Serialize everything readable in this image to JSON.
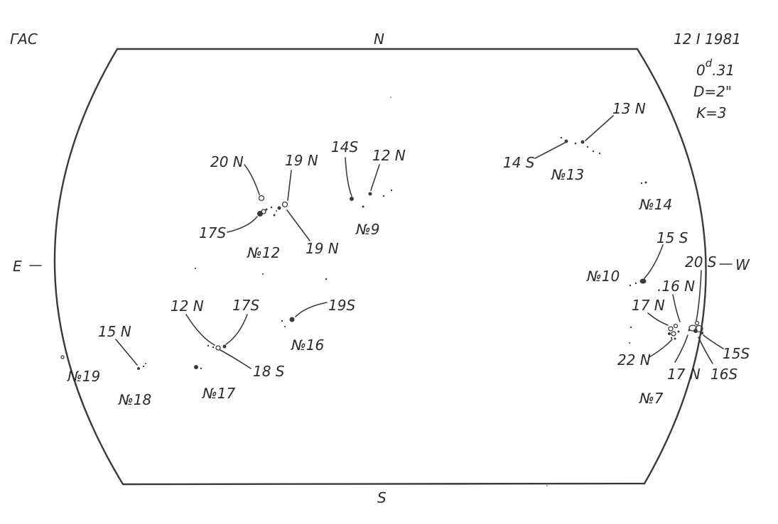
{
  "observatory": "ГАС",
  "date": "12 I 1981",
  "time": "0d.31",
  "time_main": "0",
  "time_sup": "d",
  "time_rest": ".31",
  "diameter": "D=2\"",
  "quality": "K=3",
  "directions": {
    "north": "N",
    "south": "S",
    "east": "E",
    "west": "W"
  },
  "groups": {
    "g7": "№7",
    "g9": "№9",
    "g10": "№10",
    "g12": "№12",
    "g13": "№13",
    "g14": "№14",
    "g16": "№16",
    "g17": "№17",
    "g18": "№18",
    "g19": "№19"
  },
  "polarity_labels": {
    "l20n_a": "20 N",
    "l19n_a": "19 N",
    "l17s_a": "17S",
    "l19n_b": "19 N",
    "l14s_a": "14S",
    "l12n_a": "12 N",
    "l13n": "13 N",
    "l14s_b": "14 S",
    "l12n_b": "12 N",
    "l17s_b": "17S",
    "l18s": "18 S",
    "l19s": "19S",
    "l15n": "15 N",
    "l15s_a": "15 S",
    "l20s": "20 S",
    "l16n": ".16 N",
    "l17n_a": "17 N",
    "l22n": "22 N",
    "l17n_b": "17 N",
    "l15s_b": "15S",
    "l16s": "16S"
  }
}
